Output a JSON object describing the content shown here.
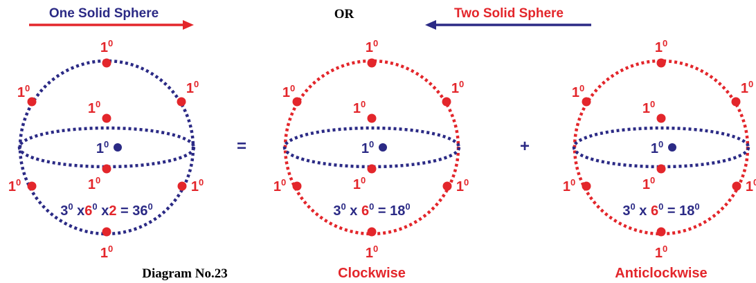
{
  "header": {
    "left_title": "One Solid Sphere",
    "middle": "OR",
    "right_title": "Two Solid Sphere"
  },
  "operators": {
    "equals": "=",
    "plus": "+"
  },
  "degree_label": {
    "base": "1",
    "sup": "0"
  },
  "spheres": [
    {
      "id": "one-solid",
      "color": "#2b2a85",
      "formula": [
        {
          "text": "3",
          "color": "#2b2a85"
        },
        {
          "text": "0",
          "color": "#2b2a85",
          "sup": true
        },
        {
          "text": " x",
          "color": "#2b2a85"
        },
        {
          "text": "6",
          "color": "#e3262b"
        },
        {
          "text": "0",
          "color": "#2b2a85",
          "sup": true
        },
        {
          "text": " x",
          "color": "#2b2a85"
        },
        {
          "text": "2",
          "color": "#e3262b"
        },
        {
          "text": " = 36",
          "color": "#2b2a85"
        },
        {
          "text": "0",
          "color": "#2b2a85",
          "sup": true
        }
      ],
      "caption": ""
    },
    {
      "id": "clockwise",
      "color": "#e3262b",
      "formula": [
        {
          "text": "3",
          "color": "#2b2a85"
        },
        {
          "text": "0",
          "color": "#2b2a85",
          "sup": true
        },
        {
          "text": " x ",
          "color": "#2b2a85"
        },
        {
          "text": "6",
          "color": "#e3262b"
        },
        {
          "text": "0",
          "color": "#2b2a85",
          "sup": true
        },
        {
          "text": " = 18",
          "color": "#2b2a85"
        },
        {
          "text": "0",
          "color": "#2b2a85",
          "sup": true
        }
      ],
      "caption": "Clockwise"
    },
    {
      "id": "anticlockwise",
      "color": "#e3262b",
      "formula": [
        {
          "text": "3",
          "color": "#2b2a85"
        },
        {
          "text": "0",
          "color": "#2b2a85",
          "sup": true
        },
        {
          "text": " x ",
          "color": "#2b2a85"
        },
        {
          "text": "6",
          "color": "#e3262b"
        },
        {
          "text": "0",
          "color": "#2b2a85",
          "sup": true
        },
        {
          "text": " = 18",
          "color": "#2b2a85"
        },
        {
          "text": "0",
          "color": "#2b2a85",
          "sup": true
        }
      ],
      "caption": "Anticlockwise"
    }
  ],
  "footer": {
    "diagram_label": "Diagram No.23"
  },
  "colors": {
    "red": "#e3262b",
    "navy": "#2b2a85",
    "background": "#ffffff"
  }
}
